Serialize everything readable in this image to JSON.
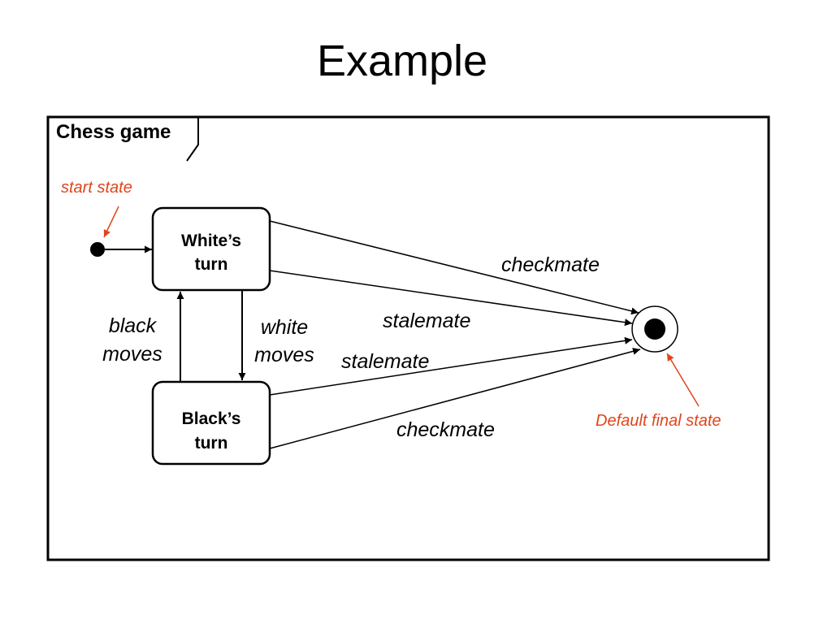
{
  "slide": {
    "title": "Example"
  },
  "diagram": {
    "frame_label": "Chess game",
    "states": {
      "white": {
        "line1": "White’s",
        "line2": "turn"
      },
      "black": {
        "line1": "Black’s",
        "line2": "turn"
      }
    },
    "transitions": {
      "white_checkmate": "checkmate",
      "white_stalemate": "stalemate",
      "black_stalemate": "stalemate",
      "black_checkmate": "checkmate",
      "black_moves": {
        "line1": "black",
        "line2": "moves"
      },
      "white_moves": {
        "line1": "white",
        "line2": "moves"
      }
    },
    "annotations": {
      "start": "start state",
      "final": "Default final state"
    },
    "colors": {
      "line": "#000000",
      "annotation": "#e0451b",
      "background": "#ffffff"
    }
  }
}
